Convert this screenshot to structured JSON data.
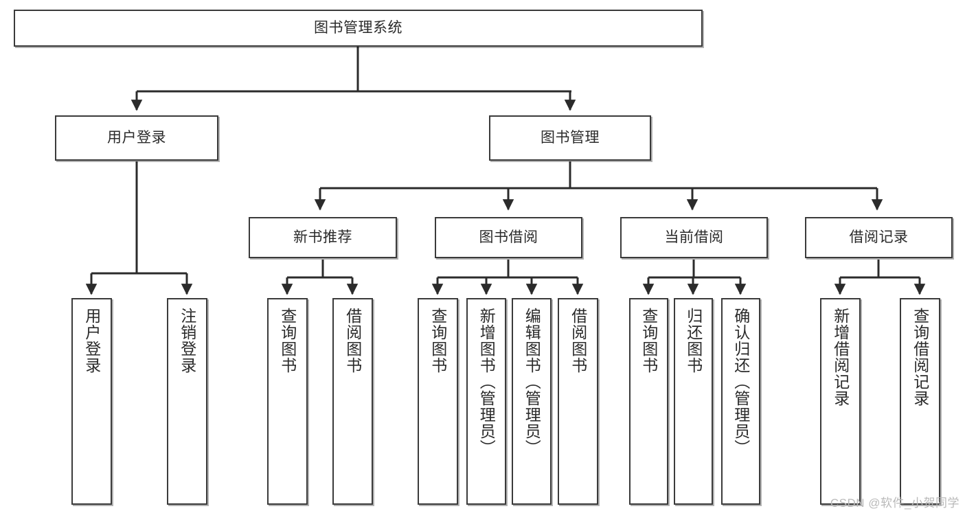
{
  "diagram": {
    "type": "tree-hierarchy",
    "title": "图书管理系统",
    "orientation": "top-down",
    "colors": {
      "box_border": "#3a3a3a",
      "box_fill": "#ffffff",
      "connector": "#2b2b2b",
      "text": "#2a2a2a",
      "watermark": "#b9b9b9",
      "background": "#ffffff"
    },
    "root": {
      "label": "图书管理系统"
    },
    "level2": [
      {
        "label": "用户登录"
      },
      {
        "label": "图书管理"
      }
    ],
    "level3": [
      {
        "label": "新书推荐"
      },
      {
        "label": "图书借阅"
      },
      {
        "label": "当前借阅"
      },
      {
        "label": "借阅记录"
      }
    ],
    "leaves": {
      "user_login": [
        {
          "label": "用户登录"
        },
        {
          "label": "注销登录"
        }
      ],
      "new_book_recommend": [
        {
          "label": "查询图书"
        },
        {
          "label": "借阅图书"
        }
      ],
      "book_borrow": [
        {
          "label": "查询图书"
        },
        {
          "label": "新增图书（管理员）"
        },
        {
          "label": "编辑图书（管理员）"
        },
        {
          "label": "借阅图书"
        }
      ],
      "current_borrow": [
        {
          "label": "查询图书"
        },
        {
          "label": "归还图书"
        },
        {
          "label": "确认归还（管理员）"
        }
      ],
      "borrow_record": [
        {
          "label": "新增借阅记录"
        },
        {
          "label": "查询借阅记录"
        }
      ]
    }
  },
  "watermark": {
    "text": "CSDN @软件_小贺同学"
  }
}
